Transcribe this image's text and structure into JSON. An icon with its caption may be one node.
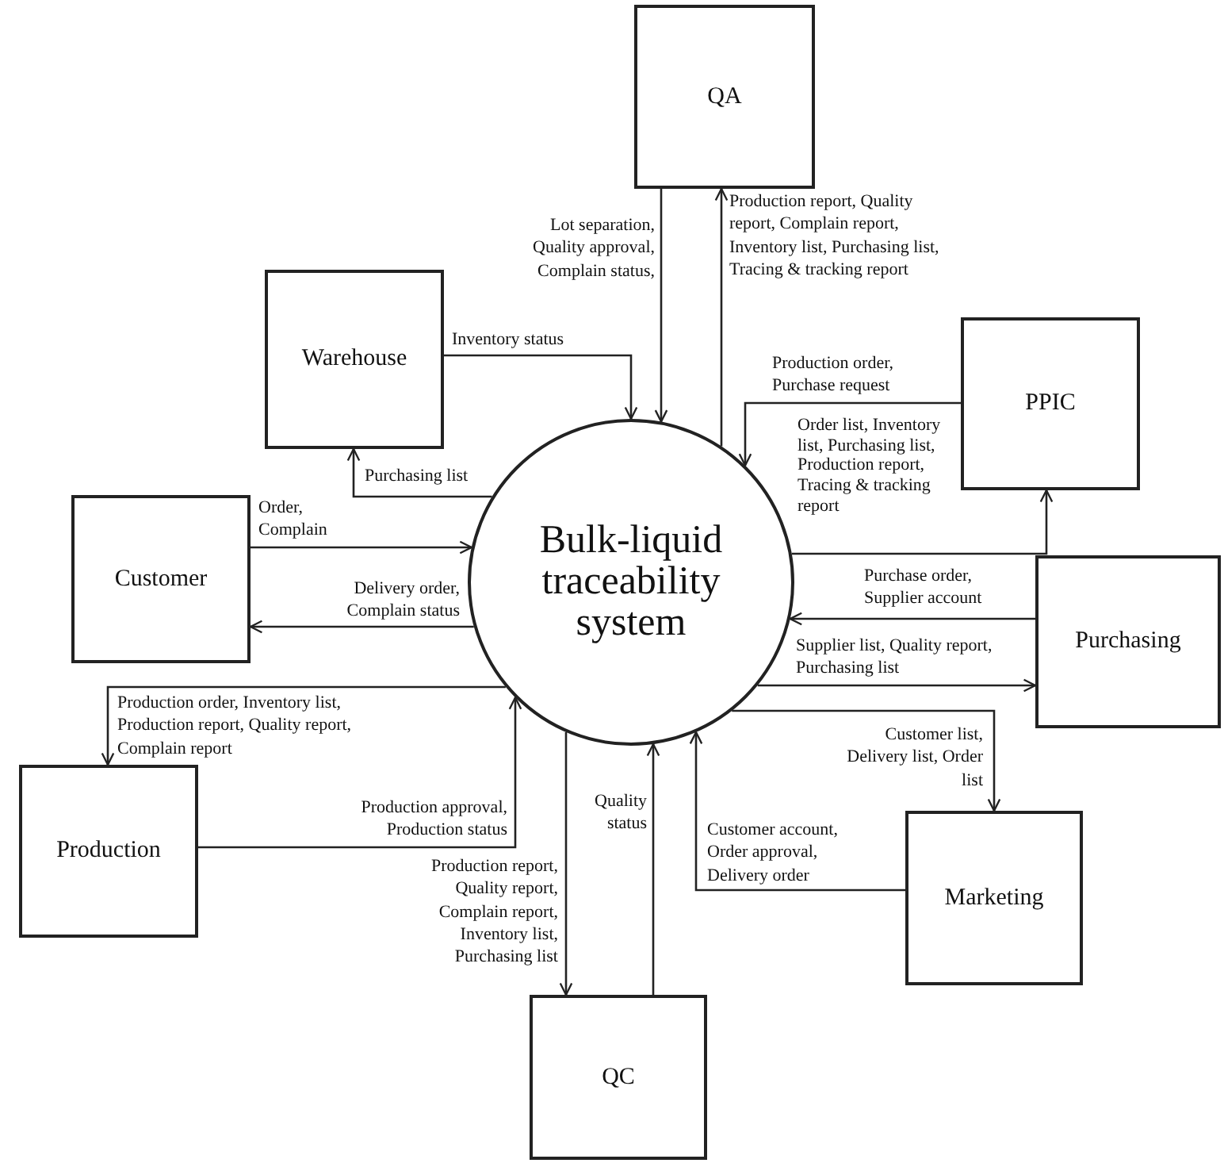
{
  "diagram": {
    "nodes": [
      {
        "text": [
          "QA"
        ]
      },
      {
        "text": [
          "Warehouse"
        ]
      },
      {
        "text": [
          "PPIC"
        ]
      },
      {
        "text": [
          "Customer"
        ]
      },
      {
        "text": [
          "Bulk-liquid traceability system"
        ]
      },
      {
        "text": [
          "Purchasing"
        ]
      },
      {
        "text": [
          "Production"
        ]
      },
      {
        "text": [
          "Marketing"
        ]
      },
      {
        "text": [
          "QC"
        ]
      }
    ],
    "edges": [
      {
        "from": 0,
        "to": 4,
        "arrow": "to",
        "label": "Lot separation, Quality approval, Complain status,"
      },
      {
        "from": 4,
        "to": 0,
        "arrow": "to",
        "label": "Production report, Quality report, Complain report, Inventory list, Purchasing list, Tracing & tracking report"
      },
      {
        "from": 1,
        "to": 4,
        "arrow": "to",
        "label": "Inventory status"
      },
      {
        "from": 4,
        "to": 1,
        "arrow": "to",
        "label": "Purchasing list"
      },
      {
        "from": 2,
        "to": 4,
        "arrow": "to",
        "label": "Production order, Purchase request"
      },
      {
        "from": 4,
        "to": 2,
        "arrow": "to",
        "label": "Order list, Inventory list, Purchasing list, Production report, Tracing & tracking report"
      },
      {
        "from": 3,
        "to": 4,
        "arrow": "to",
        "label": "Order, Complain"
      },
      {
        "from": 4,
        "to": 3,
        "arrow": "to",
        "label": "Delivery order, Complain status"
      },
      {
        "from": 5,
        "to": 4,
        "arrow": "to",
        "label": "Purchase order, Supplier account"
      },
      {
        "from": 4,
        "to": 5,
        "arrow": "to",
        "label": "Supplier list, Quality report, Purchasing list"
      },
      {
        "from": 4,
        "to": 6,
        "arrow": "to",
        "label": "Production order, Inventory list, Production report, Quality report, Complain report"
      },
      {
        "from": 6,
        "to": 4,
        "arrow": "to",
        "label": "Production approval, Production status"
      },
      {
        "from": 4,
        "to": 7,
        "arrow": "to",
        "label": "Customer list, Delivery list, Order list"
      },
      {
        "from": 7,
        "to": 4,
        "arrow": "to",
        "label": "Customer account, Order approval, Delivery order"
      },
      {
        "from": 4,
        "to": 8,
        "arrow": "to",
        "label": "Production report, Quality report, Complain report, Inventory list, Purchasing list"
      },
      {
        "from": 8,
        "to": 4,
        "arrow": "to",
        "label": "Quality status"
      }
    ]
  }
}
